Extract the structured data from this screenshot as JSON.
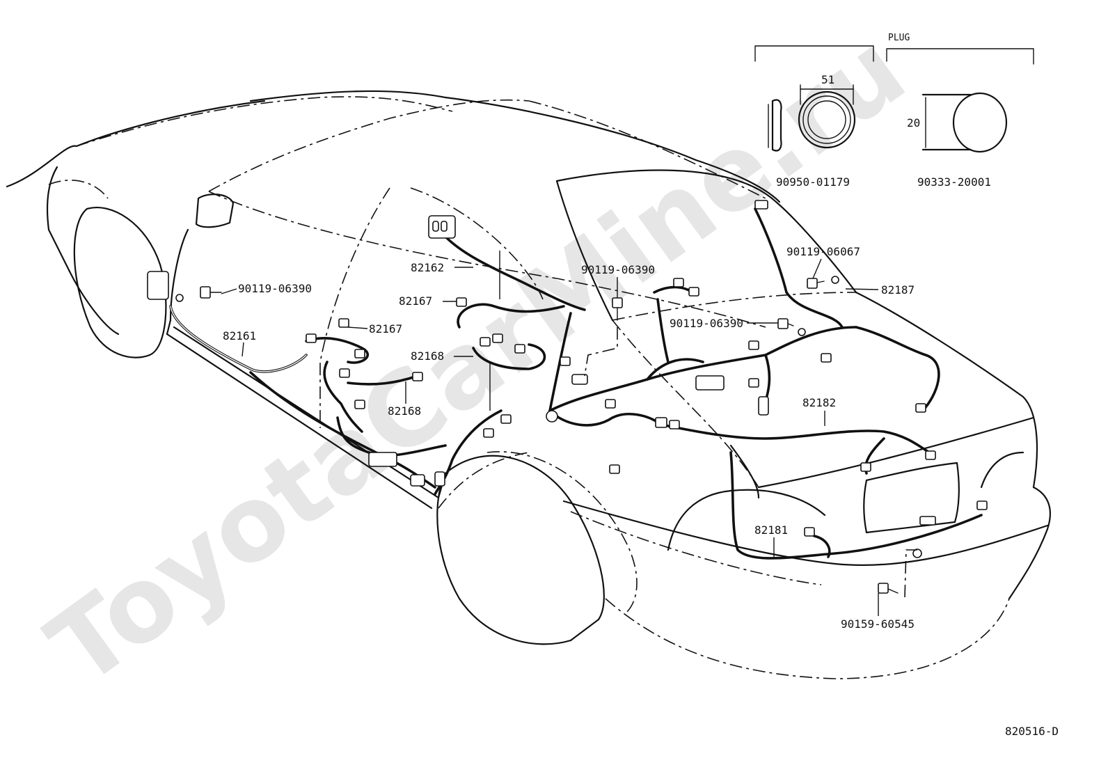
{
  "watermark": "ToyotaCarMine.ru",
  "header": {
    "plug_label": "PLUG"
  },
  "dimensions": {
    "diameter": "51",
    "length": "20"
  },
  "parts": {
    "grommet": "90950-01179",
    "plug": "90333-20001",
    "bolt_left": "90119-06390",
    "bolt_center": "90119-06390",
    "bolt_right_mid": "90119-06390",
    "bolt_right_top": "90119-06067",
    "bolt_rear": "90159-60545",
    "harness_82161": "82161",
    "harness_82162": "82162",
    "harness_82167_a": "82167",
    "harness_82167_b": "82167",
    "harness_82168_a": "82168",
    "harness_82168_b": "82168",
    "harness_82187": "82187",
    "harness_82182": "82182",
    "harness_82181": "82181"
  },
  "diagram_code": "820516-D"
}
